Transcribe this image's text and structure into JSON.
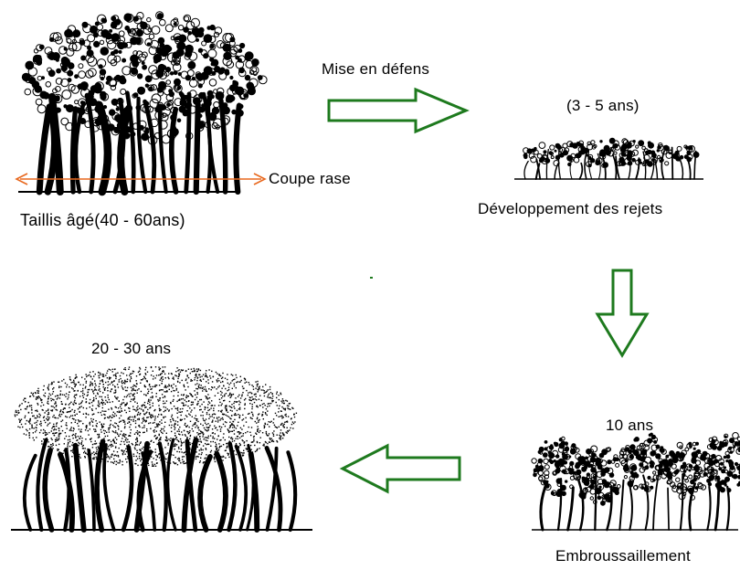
{
  "labels": {
    "protection": "Mise en défens",
    "clear_cut": "Coupe rase",
    "old_coppice": "Taillis âgé(40 - 60ans)",
    "stage2_age": "(3 - 5 ans)",
    "stage2_name": "Développement des rejets",
    "stage3_age": "10 ans",
    "stage3_name": "Embroussaillement",
    "stage4_age": "20 - 30 ans"
  },
  "colors": {
    "arrow_stroke": "#1e7a1e",
    "cut_line": "#e8681e",
    "ink": "#000000"
  },
  "icons": {
    "tree_stage1": "old-coppice-tree-icon",
    "tree_stage2": "young-shoots-icon",
    "tree_stage3": "brushwood-icon",
    "tree_stage4": "mature-coppice-icon"
  }
}
